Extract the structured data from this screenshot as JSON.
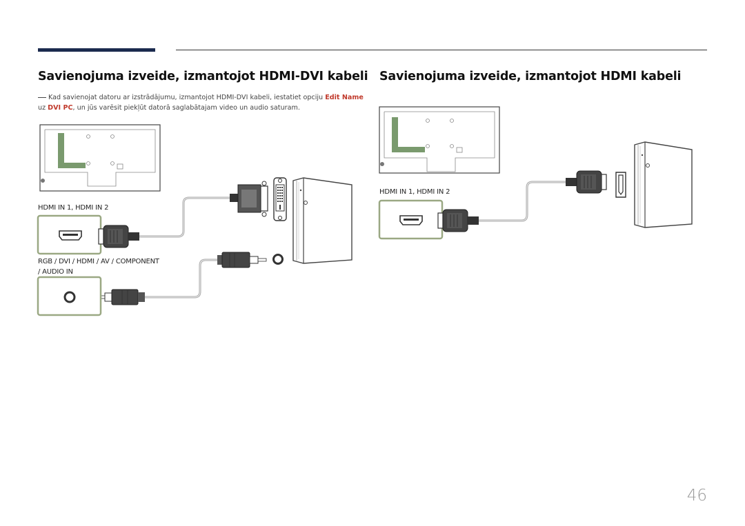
{
  "section": {
    "left_title": "Savienojuma izveide, izmantojot HDMI-DVI kabeli",
    "right_title": "Savienojuma izveide, izmantojot HDMI kabeli"
  },
  "note": {
    "part1": "Kad savienojat datoru ar izstrādājumu, izmantojot HDMI-DVI kabeli, iestatiet opciju ",
    "highlight1": "Edit Name",
    "part2": " uz ",
    "highlight2": "DVI PC",
    "part3": ", un jūs varēsit piekļūt datorā saglabātajam video un audio saturam."
  },
  "labels": {
    "hdmi_in_left": "HDMI IN 1, HDMI IN 2",
    "audio_in_line1": "RGB / DVI / HDMI / AV / COMPONENT",
    "audio_in_line2": "/ AUDIO IN",
    "hdmi_in_right": "HDMI IN 1, HDMI IN 2"
  },
  "page_number": "46",
  "colors": {
    "accent_bar": "#1b2a4e",
    "highlight": "#c0392b",
    "port_frame": "#9aa883",
    "bracket": "#7a9a6e"
  }
}
